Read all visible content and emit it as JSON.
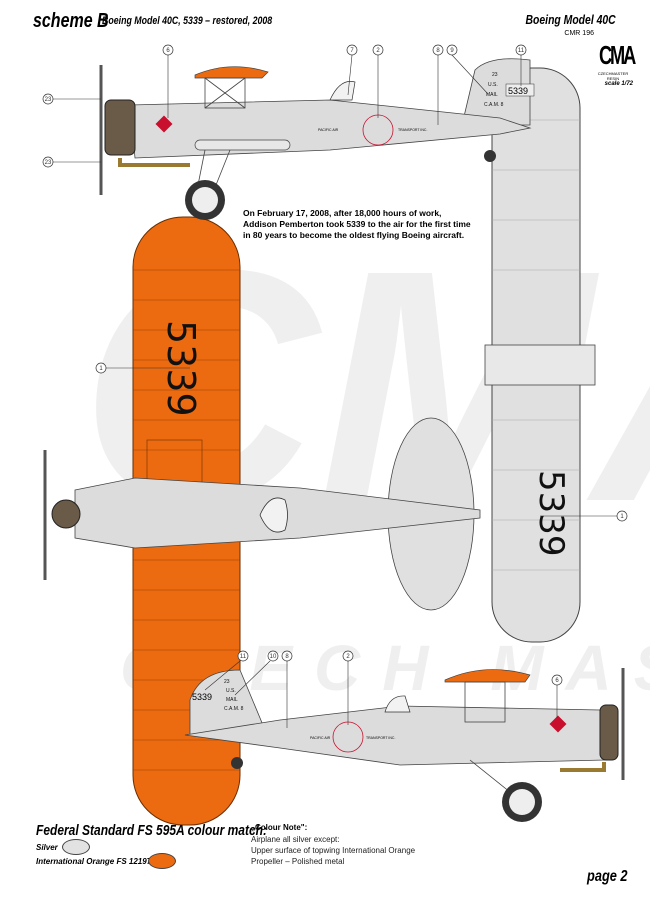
{
  "header": {
    "scheme": "scheme B",
    "subtitle": "Boeing Model 40C, 5339 – restored, 2008",
    "model": "Boeing Model 40C",
    "catalog": "CMR 196",
    "logo_text": "CMA",
    "logo_sub": "CZECHMASTER RESIN",
    "scale": "scale 1/72"
  },
  "story": [
    "On February 17, 2008, after 18,000 hours of work,",
    "Addison Pemberton took 5339 to the air for the first time",
    "in 80 years to become the oldest flying Boeing aircraft."
  ],
  "aircraft": {
    "registration": "5339",
    "tail_lines": [
      "23",
      "U.S.",
      "MAIL",
      "C.A.M. 8"
    ],
    "fuselage_left": "PACIFIC AIR",
    "fuselage_right": "TRANSPORT INC."
  },
  "callouts": {
    "top": [
      "23",
      "23",
      "6",
      "7",
      "2",
      "8",
      "9",
      "11"
    ],
    "left_wing": "1",
    "right_wing": "1",
    "bottom": [
      "11",
      "10",
      "8",
      "2",
      "6"
    ]
  },
  "watermark": "CZECH MASTER",
  "colour_match": {
    "title": "Federal Standard FS 595A colour match:",
    "items": [
      {
        "label": "Silver",
        "color": "#e2e2e2"
      },
      {
        "label": "International Orange FS 12197",
        "color": "#ec6a10"
      }
    ]
  },
  "colour_note": {
    "title": "„Colour Note\":",
    "lines": [
      "Airplane all silver except:",
      "Upper surface of topwing International Orange",
      "Propeller – Polished metal"
    ]
  },
  "footer": {
    "page": "page 2"
  },
  "colors": {
    "orange": "#ec6a10",
    "silver": "#dcdcdc",
    "red": "#c8102e"
  }
}
